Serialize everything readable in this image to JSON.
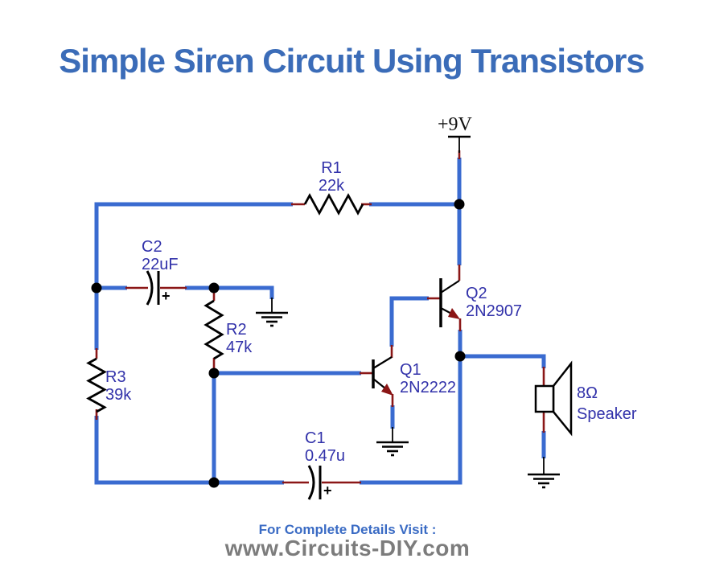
{
  "title": "Simple Siren Circuit Using Transistors",
  "power": {
    "label": "+9V"
  },
  "components": {
    "r1": {
      "ref": "R1",
      "value": "22k"
    },
    "r2": {
      "ref": "R2",
      "value": "47k"
    },
    "r3": {
      "ref": "R3",
      "value": "39k"
    },
    "c1": {
      "ref": "C1",
      "value": "0.47u",
      "polarity": "+"
    },
    "c2": {
      "ref": "C2",
      "value": "22uF",
      "polarity": "+"
    },
    "q1": {
      "ref": "Q1",
      "value": "2N2222"
    },
    "q2": {
      "ref": "Q2",
      "value": "2N2907"
    },
    "speaker": {
      "impedance": "8Ω",
      "label": "Speaker"
    }
  },
  "footer": {
    "line1": "For Complete Details Visit :",
    "line2": "www.Circuits-DIY.com"
  },
  "colors": {
    "wire": "#3a6bd0",
    "lead": "#8b1717",
    "component_label": "#3232aa",
    "title": "#3b6cb8",
    "footer_text": "#3a6bc4",
    "footer_url": "#7c7c7c",
    "junction": "#000000"
  }
}
